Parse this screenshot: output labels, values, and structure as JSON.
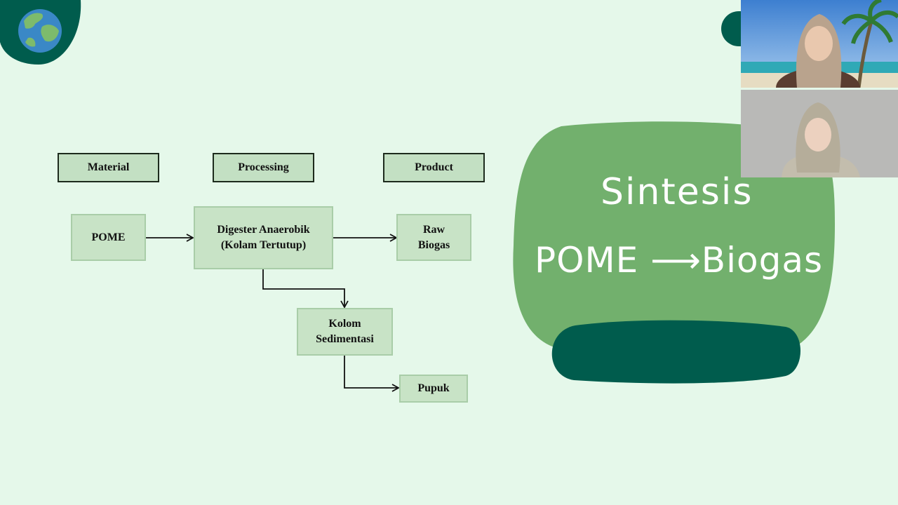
{
  "slide": {
    "headers": {
      "material": "Material",
      "processing": "Processing",
      "product": "Product"
    },
    "nodes": {
      "pome": "POME",
      "digester": "Digester Anaerobik\n(Kolam Tertutup)",
      "raw_biogas": "Raw\nBiogas",
      "kolom": "Kolom\nSedimentasi",
      "pupuk": "Pupuk"
    },
    "title": {
      "line1": "Sintesis",
      "line2": "POME ⟶Biogas"
    },
    "colors": {
      "background": "#e5f8ea",
      "accent_green": "#72b06d",
      "dark_teal": "#005c4d",
      "box_fill": "#c8e3c6"
    },
    "icons": [
      "globe-icon"
    ]
  },
  "video_call": {
    "participants": [
      {
        "description_icon": "participant-video-1"
      },
      {
        "description_icon": "participant-video-2"
      }
    ]
  }
}
